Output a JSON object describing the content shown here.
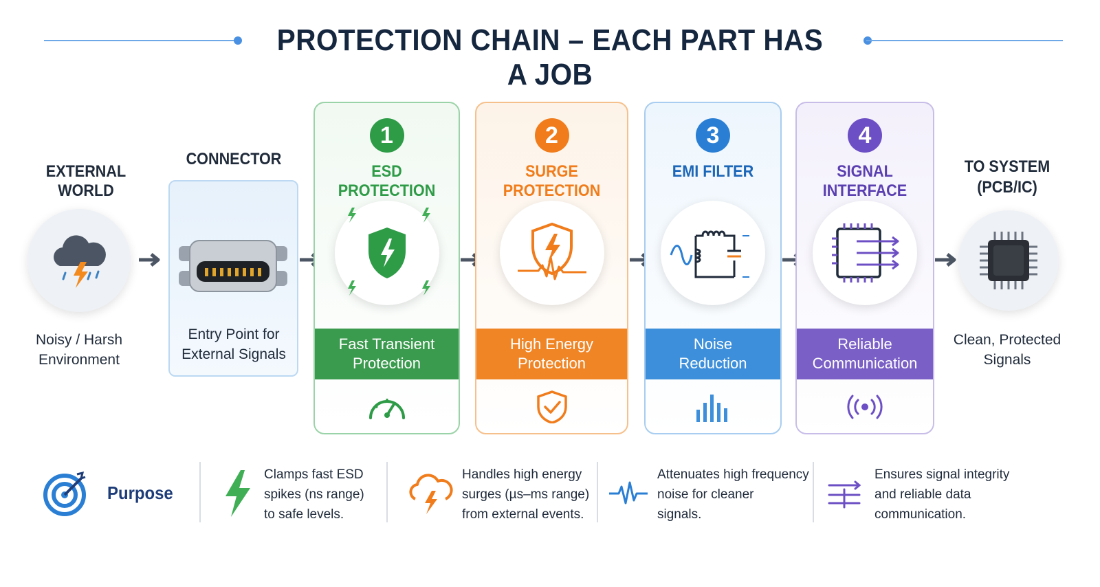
{
  "title": "PROTECTION CHAIN – EACH PART HAS A JOB",
  "external": {
    "label": "EXTERNAL WORLD",
    "desc_line1": "Noisy / Harsh",
    "desc_line2": "Environment"
  },
  "connector": {
    "label": "CONNECTOR",
    "desc_line1": "Entry Point for",
    "desc_line2": "External Signals"
  },
  "stages": [
    {
      "num": "1",
      "title": "ESD PROTECTION",
      "band_line1": "Fast Transient",
      "band_line2": "Protection",
      "icon": "shield-bolt-icon",
      "bottom_icon": "speedometer-icon",
      "color": "#2e9b47"
    },
    {
      "num": "2",
      "title": "SURGE PROTECTION",
      "band_line1": "High Energy",
      "band_line2": "Protection",
      "icon": "surge-shield-icon",
      "bottom_icon": "shield-check-icon",
      "color": "#f07c1b"
    },
    {
      "num": "3",
      "title": "EMI FILTER",
      "band_line1": "Noise",
      "band_line2": "Reduction",
      "icon": "lc-filter-icon",
      "bottom_icon": "bars-icon",
      "color": "#2a7fd4"
    },
    {
      "num": "4",
      "title": "SIGNAL INTERFACE",
      "band_line1": "Reliable",
      "band_line2": "Communication",
      "icon": "chip-signal-icon",
      "bottom_icon": "broadcast-icon",
      "color": "#6c4fc4"
    }
  ],
  "system": {
    "label_line1": "TO SYSTEM",
    "label_line2": "(PCB/IC)",
    "desc_line1": "Clean, Protected",
    "desc_line2": "Signals"
  },
  "purpose": {
    "label": "Purpose",
    "items": [
      {
        "icon": "lightning-icon",
        "line1": "Clamps fast ESD",
        "line2": "spikes (ns range)",
        "line3": "to safe levels."
      },
      {
        "icon": "storm-cloud-icon",
        "line1": "Handles high energy",
        "line2": "surges (µs–ms range)",
        "line3": "from external events."
      },
      {
        "icon": "waveform-icon",
        "line1": "Attenuates high frequency",
        "line2": "noise for cleaner",
        "line3": "signals."
      },
      {
        "icon": "signal-lines-icon",
        "line1": "Ensures signal integrity",
        "line2": "and reliable data",
        "line3": "communication."
      }
    ]
  }
}
